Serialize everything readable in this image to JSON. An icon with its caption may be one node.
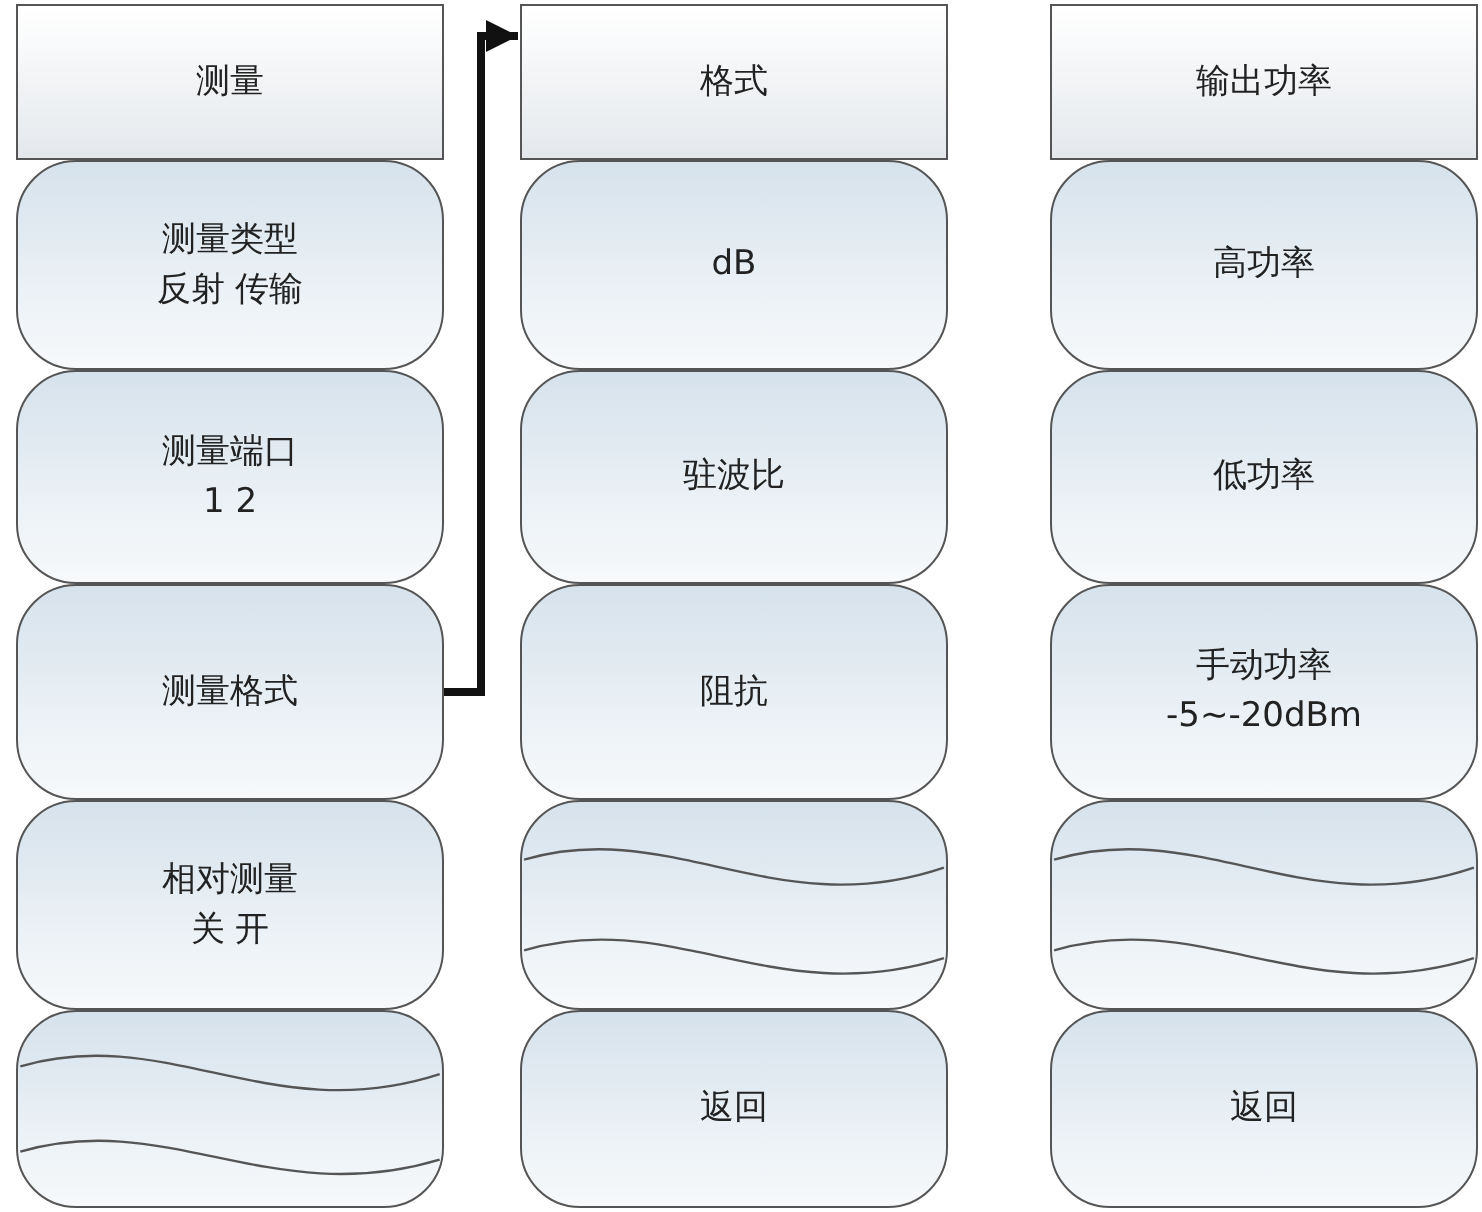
{
  "diagram": {
    "nodes": [
      {
        "text": [
          "测量"
        ]
      },
      {
        "text": [
          "测量类型",
          "反射 传输"
        ]
      },
      {
        "text": [
          "测量端口",
          "1 2"
        ]
      },
      {
        "text": [
          "测量格式"
        ]
      },
      {
        "text": [
          "相对测量",
          "关 开"
        ]
      },
      {
        "text": [],
        "shape": "box"
      },
      {
        "text": [
          "格式"
        ]
      },
      {
        "text": [
          "dB"
        ]
      },
      {
        "text": [
          "驻波比"
        ]
      },
      {
        "text": [
          "阻抗"
        ]
      },
      {
        "text": [],
        "shape": "box"
      },
      {
        "text": [
          "返回"
        ]
      },
      {
        "text": [
          "输出功率"
        ]
      },
      {
        "text": [
          "高功率"
        ]
      },
      {
        "text": [
          "低功率"
        ]
      },
      {
        "text": [
          "手动功率",
          "-5~-20dBm"
        ]
      },
      {
        "text": [],
        "shape": "box"
      },
      {
        "text": [
          "返回"
        ]
      }
    ],
    "edges": [
      {
        "from": 3,
        "to": 6,
        "arrow": "to"
      }
    ]
  }
}
